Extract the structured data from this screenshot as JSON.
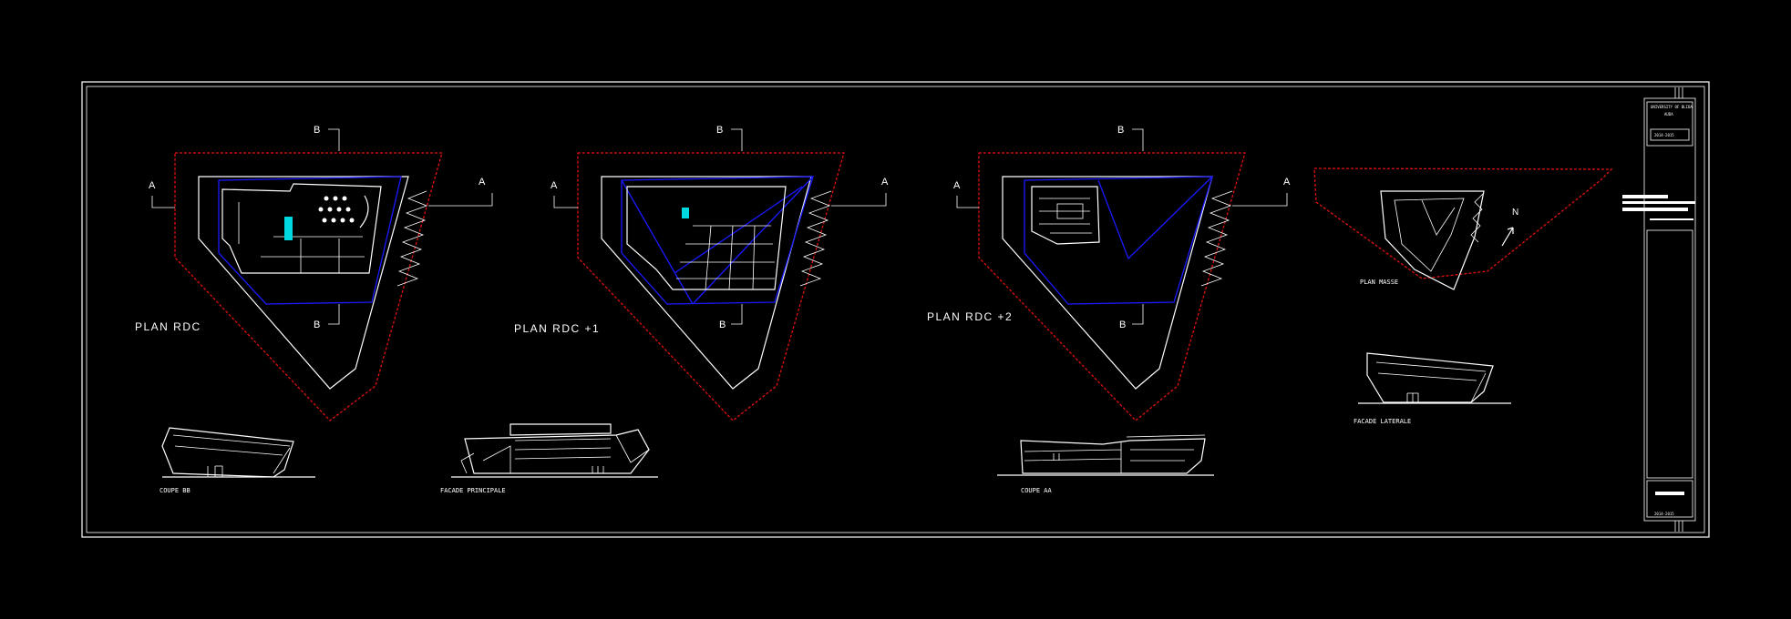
{
  "sheet": {
    "plans": [
      {
        "title": "PLAN RDC"
      },
      {
        "title": "PLAN RDC +1"
      },
      {
        "title": "PLAN RDC +2"
      }
    ],
    "section_marks": {
      "a": "A",
      "b": "B"
    },
    "plan_masse": {
      "title": "PLAN MASSE",
      "north": "N"
    },
    "elevations": {
      "coupe_bb": "COUPE BB",
      "facade_principale": "FACADE PRINCIPALE",
      "coupe_aa": "COUPE AA",
      "facade_laterale": "FACADE LATERALE"
    },
    "title_block": {
      "university": "UNIVERSITY OF BLIDA",
      "subject": "AUDA",
      "year_top": "2014-2015",
      "year_bottom": "2014-2015"
    }
  },
  "colors": {
    "background": "#000000",
    "lines": "#ffffff",
    "site_boundary": "#e01010",
    "slab_outline": "#1a1aff",
    "highlight": "#00d8e0"
  }
}
